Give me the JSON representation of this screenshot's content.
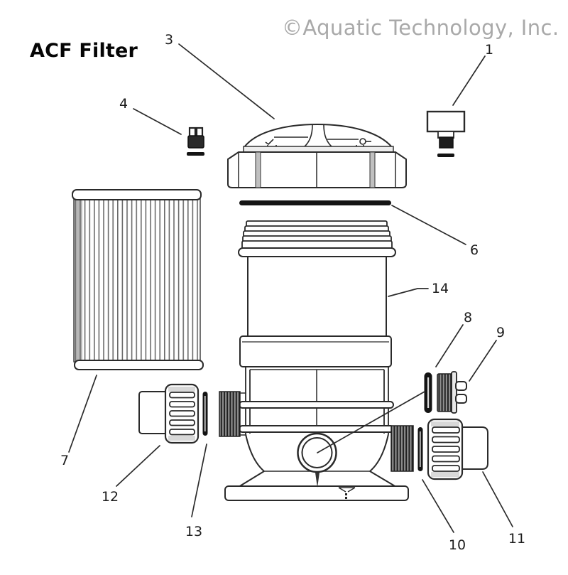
{
  "header": {
    "title": "ACF Filter",
    "watermark": "©Aquatic Technology, Inc."
  },
  "diagram": {
    "type": "exploded-parts-diagram",
    "product": "ACF Filter",
    "part_labels": [
      "1",
      "3",
      "4",
      "6",
      "7",
      "8",
      "9",
      "10",
      "11",
      "12",
      "13",
      "14"
    ]
  },
  "colors": {
    "background": "#ffffff",
    "line_art": "#2a2a2a",
    "leader_line": "#2b2b2b",
    "label_text": "#1c1c1c",
    "title_text": "#050505",
    "watermark_text": "#a9a9a9",
    "oring_fill": "#141414",
    "rib_dark": "#1f1f1f",
    "rib_light": "#8f8f8f"
  }
}
